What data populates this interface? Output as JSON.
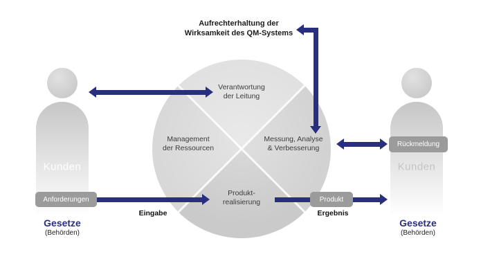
{
  "maintenance_label": {
    "line1": "Aufrechterhaltung der",
    "line2": "Wirksamkeit des QM-Systems"
  },
  "circle_quadrants": {
    "top": {
      "line1": "Verantwortung",
      "line2": "der Leitung"
    },
    "left": {
      "line1": "Management",
      "line2": "der Ressourcen"
    },
    "right": {
      "line1": "Messung, Analyse",
      "line2": "& Verbesserung"
    },
    "bottom": {
      "line1": "Produkt-",
      "line2": "realisierung"
    }
  },
  "left_side": {
    "actor_label": "Kunden",
    "requirements_badge": "Anforderungen",
    "input_label": "Eingabe",
    "law_label": "Gesetze",
    "law_sub_label": "(Behörden)"
  },
  "right_side": {
    "actor_label": "Kunden",
    "feedback_badge": "Rückmeldung",
    "product_badge": "Produkt",
    "output_label": "Ergebnis",
    "law_label": "Gesetze",
    "law_sub_label": "(Behörden)"
  },
  "colors": {
    "arrow_blue": "#272f7e",
    "badge_gray": "#9b9b9b",
    "law_text_blue": "#272f7e",
    "circle_gray": "#d3d3d3"
  }
}
